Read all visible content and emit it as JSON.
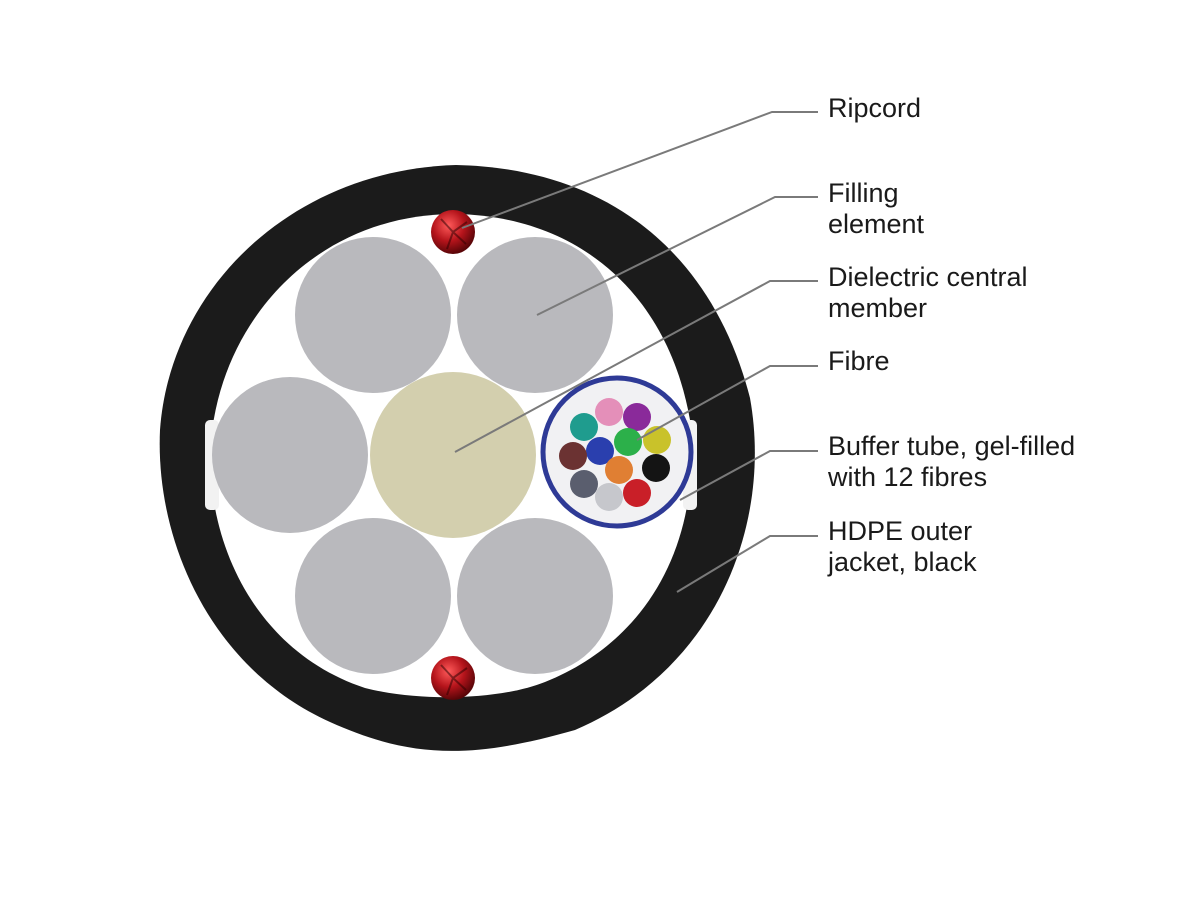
{
  "callouts": {
    "ripcord": "Ripcord",
    "filling_element": "Filling\nelement",
    "central_member": "Dielectric central\nmember",
    "fibre": "Fibre",
    "buffer_tube": "Buffer tube, gel-filled\nwith 12 fibres",
    "outer_jacket": "HDPE outer\njacket, black"
  },
  "colors": {
    "jacket": "#1b1b1b",
    "cable_interior": "#ffffff",
    "filling_element": "#b9b9bd",
    "central_member": "#d3cfae",
    "buffer_tube_ring": "#2e3a96",
    "buffer_tube_fill": "#f1f1f3",
    "ripcord": "#b5141b",
    "leader_line": "#7a7a7a",
    "fibres": [
      "#e48fb9",
      "#8a2a9a",
      "#1f9c8e",
      "#2a3fae",
      "#2cb04a",
      "#c9c22a",
      "#6b3232",
      "#e07f33",
      "#141414",
      "#5a5e6e",
      "#c6c7cc",
      "#c91f28"
    ]
  }
}
